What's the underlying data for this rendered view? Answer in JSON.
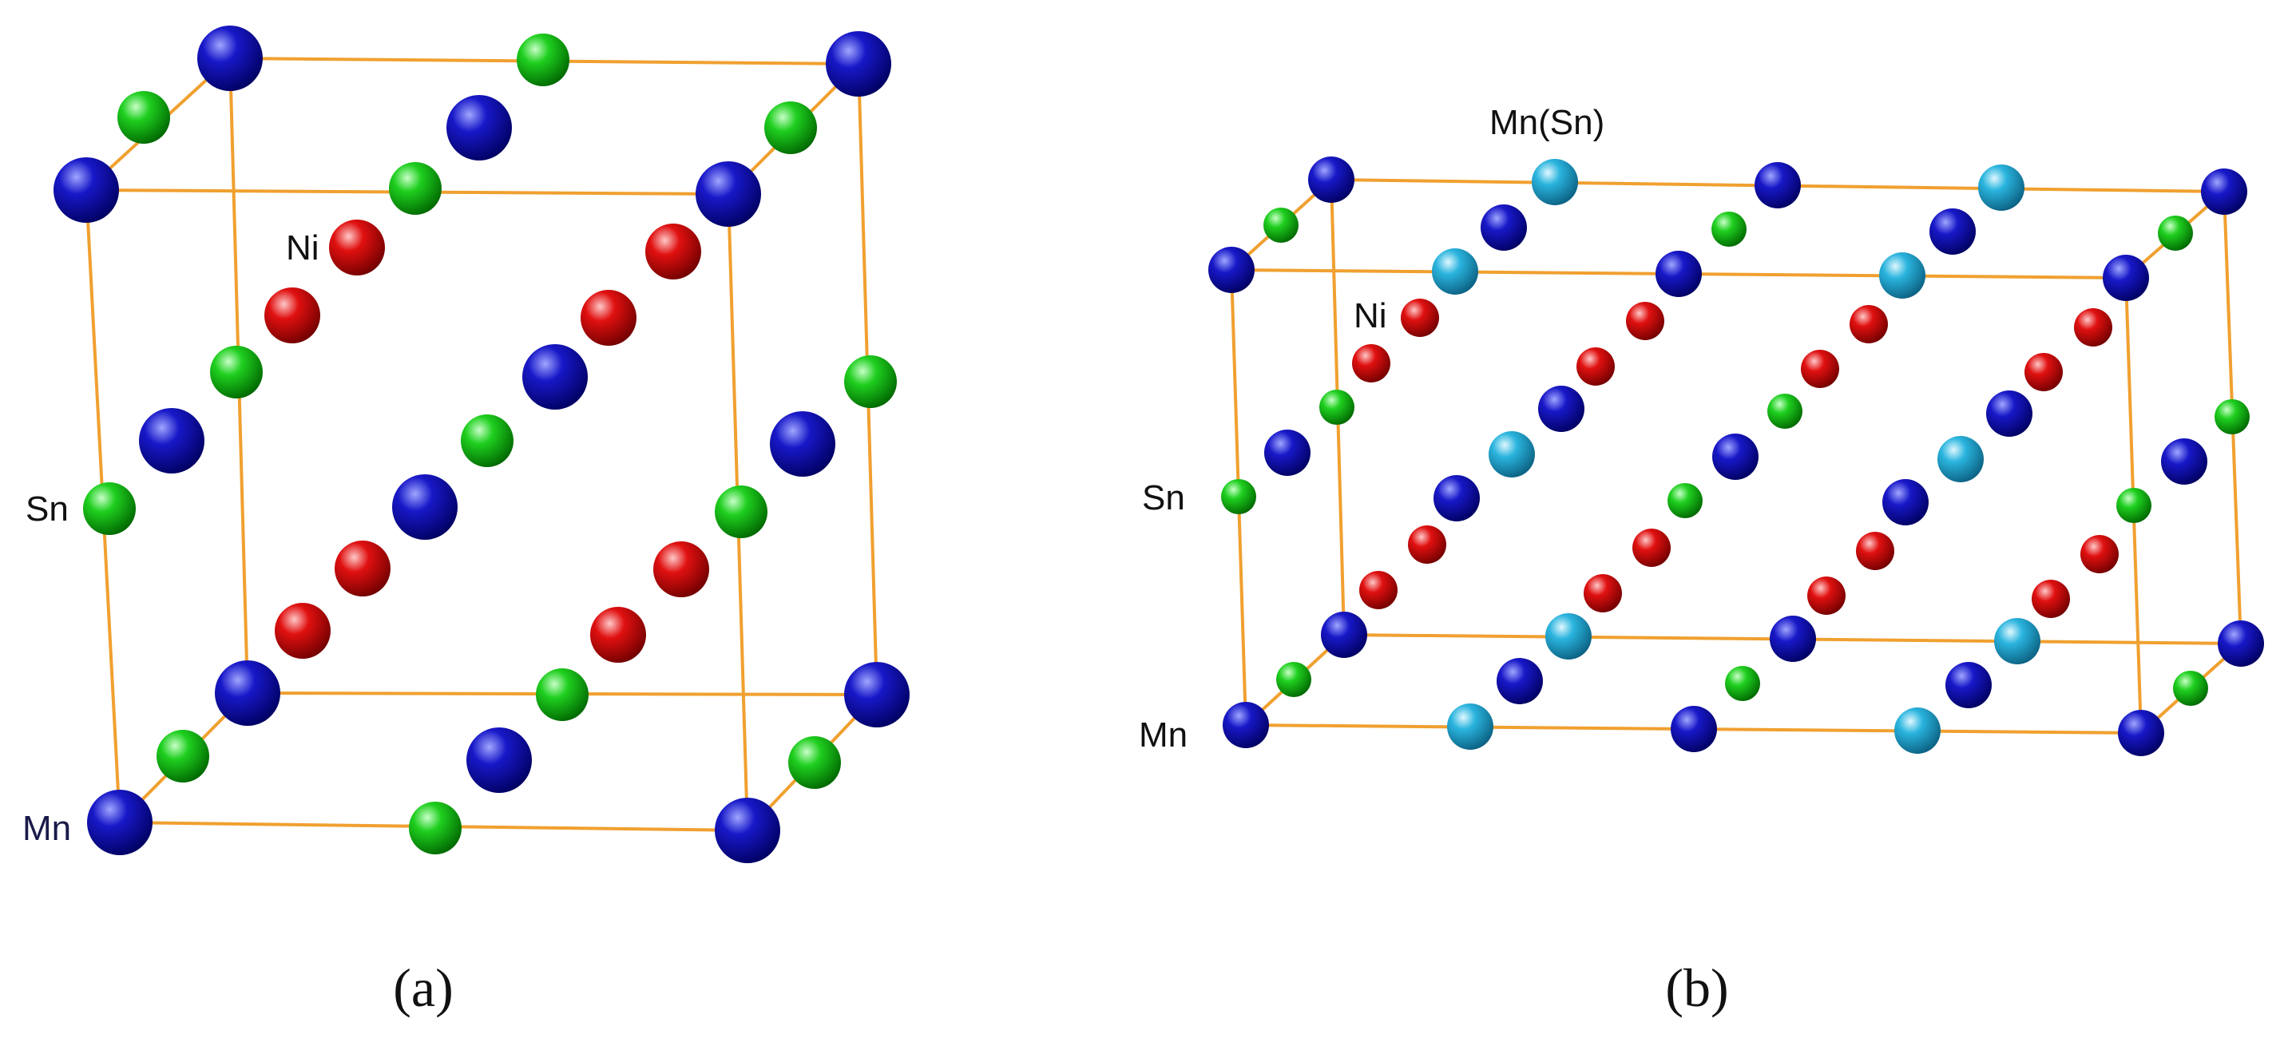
{
  "panels": [
    {
      "id": "a",
      "caption": "(a)",
      "atom_labels": {
        "ni": "Ni",
        "sn": "Sn",
        "mn": "Mn"
      }
    },
    {
      "id": "b",
      "caption": "(b)",
      "atom_labels": {
        "mn_sn": "Mn(Sn)",
        "ni": "Ni",
        "sn": "Sn",
        "mn": "Mn"
      }
    }
  ],
  "colors": {
    "mn": "#0a0aa0",
    "sn": "#11b811",
    "ni": "#d40000",
    "mn_sn": "#1aa6d2",
    "bond": "#f0a030"
  }
}
